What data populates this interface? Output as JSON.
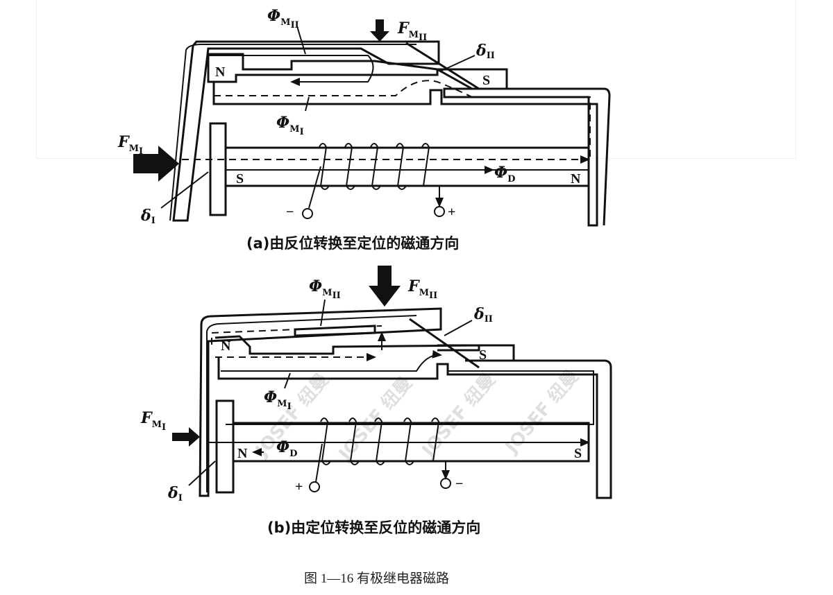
{
  "diagram_a": {
    "caption": "(a)由反位转换至定位的磁通方向",
    "phi_m2": {
      "sym": "Φ",
      "sub": "M",
      "subsub": "II"
    },
    "f_m2": {
      "sym": "F",
      "sub": "M",
      "subsub": "II"
    },
    "delta2": {
      "sym": "δ",
      "sub": "II"
    },
    "phi_m1": {
      "sym": "Φ",
      "sub": "M",
      "subsub": "I"
    },
    "f_m1": {
      "sym": "F",
      "sub": "M",
      "subsub": "I"
    },
    "delta1": {
      "sym": "δ",
      "sub": "I"
    },
    "phi_d": {
      "sym": "Φ",
      "sub": "D"
    },
    "pole_n_top": "N",
    "pole_s_top": "S",
    "pole_s_core": "S",
    "pole_n_core": "N",
    "term_left": "−",
    "term_right": "+"
  },
  "diagram_b": {
    "caption": "(b)由定位转换至反位的磁通方向",
    "phi_m2": {
      "sym": "Φ",
      "sub": "M",
      "subsub": "II"
    },
    "f_m2": {
      "sym": "F",
      "sub": "M",
      "subsub": "II"
    },
    "delta2": {
      "sym": "δ",
      "sub": "II"
    },
    "phi_m1": {
      "sym": "Φ",
      "sub": "M",
      "subsub": "I"
    },
    "f_m1": {
      "sym": "F",
      "sub": "M",
      "subsub": "I"
    },
    "delta1": {
      "sym": "δ",
      "sub": "I"
    },
    "phi_d": {
      "sym": "Φ",
      "sub": "D"
    },
    "pole_n_top": "N",
    "pole_s_top": "S",
    "pole_n_core": "N",
    "pole_s_core": "S",
    "term_left": "+",
    "term_right": "−"
  },
  "figure_caption": "图 1—16 有极继电器磁路",
  "watermark": "JOSEF 纽曼"
}
